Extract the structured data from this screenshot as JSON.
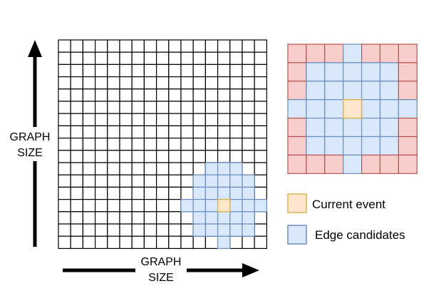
{
  "axis_labels": {
    "vertical_line1": "GRAPH",
    "vertical_line2": "SIZE",
    "horizontal_line1": "GRAPH",
    "horizontal_line2": "SIZE"
  },
  "legend": {
    "current_event": "Current event",
    "edge_candidates": "Edge candidates"
  },
  "colors": {
    "grid_line": "#000000",
    "current_event_fill": "#ffe6cc",
    "current_event_stroke": "#d6b656",
    "candidate_fill": "#dae8fc",
    "candidate_stroke": "#6c8ebf",
    "excluded_fill": "#f8cecc",
    "excluded_stroke": "#b85450",
    "arrow": "#000000"
  },
  "main_grid": {
    "rows": 17,
    "cols": 17,
    "current_event": [
      13,
      13
    ],
    "candidate_offsets": [
      [
        -3,
        -1
      ],
      [
        -3,
        0
      ],
      [
        -3,
        1
      ],
      [
        -2,
        -2
      ],
      [
        -2,
        -1
      ],
      [
        -2,
        0
      ],
      [
        -2,
        1
      ],
      [
        -2,
        2
      ],
      [
        -1,
        -2
      ],
      [
        -1,
        -1
      ],
      [
        -1,
        0
      ],
      [
        -1,
        1
      ],
      [
        -1,
        2
      ],
      [
        0,
        -3
      ],
      [
        0,
        -2
      ],
      [
        0,
        -1
      ],
      [
        0,
        1
      ],
      [
        0,
        2
      ],
      [
        0,
        3
      ],
      [
        1,
        -2
      ],
      [
        1,
        -1
      ],
      [
        1,
        0
      ],
      [
        1,
        1
      ],
      [
        1,
        2
      ],
      [
        2,
        -2
      ],
      [
        2,
        -1
      ],
      [
        2,
        0
      ],
      [
        2,
        1
      ],
      [
        2,
        2
      ],
      [
        3,
        0
      ]
    ]
  },
  "zoom_grid": {
    "rows": 7,
    "cols": 7,
    "current_event": [
      3,
      3
    ],
    "candidate_cells": [
      [
        0,
        3
      ],
      [
        1,
        1
      ],
      [
        1,
        2
      ],
      [
        1,
        3
      ],
      [
        1,
        4
      ],
      [
        1,
        5
      ],
      [
        2,
        1
      ],
      [
        2,
        2
      ],
      [
        2,
        3
      ],
      [
        2,
        4
      ],
      [
        2,
        5
      ],
      [
        3,
        0
      ],
      [
        3,
        1
      ],
      [
        3,
        2
      ],
      [
        3,
        4
      ],
      [
        3,
        5
      ],
      [
        3,
        6
      ],
      [
        4,
        1
      ],
      [
        4,
        2
      ],
      [
        4,
        3
      ],
      [
        4,
        4
      ],
      [
        4,
        5
      ],
      [
        5,
        1
      ],
      [
        5,
        2
      ],
      [
        5,
        3
      ],
      [
        5,
        4
      ],
      [
        5,
        5
      ],
      [
        6,
        3
      ]
    ]
  }
}
